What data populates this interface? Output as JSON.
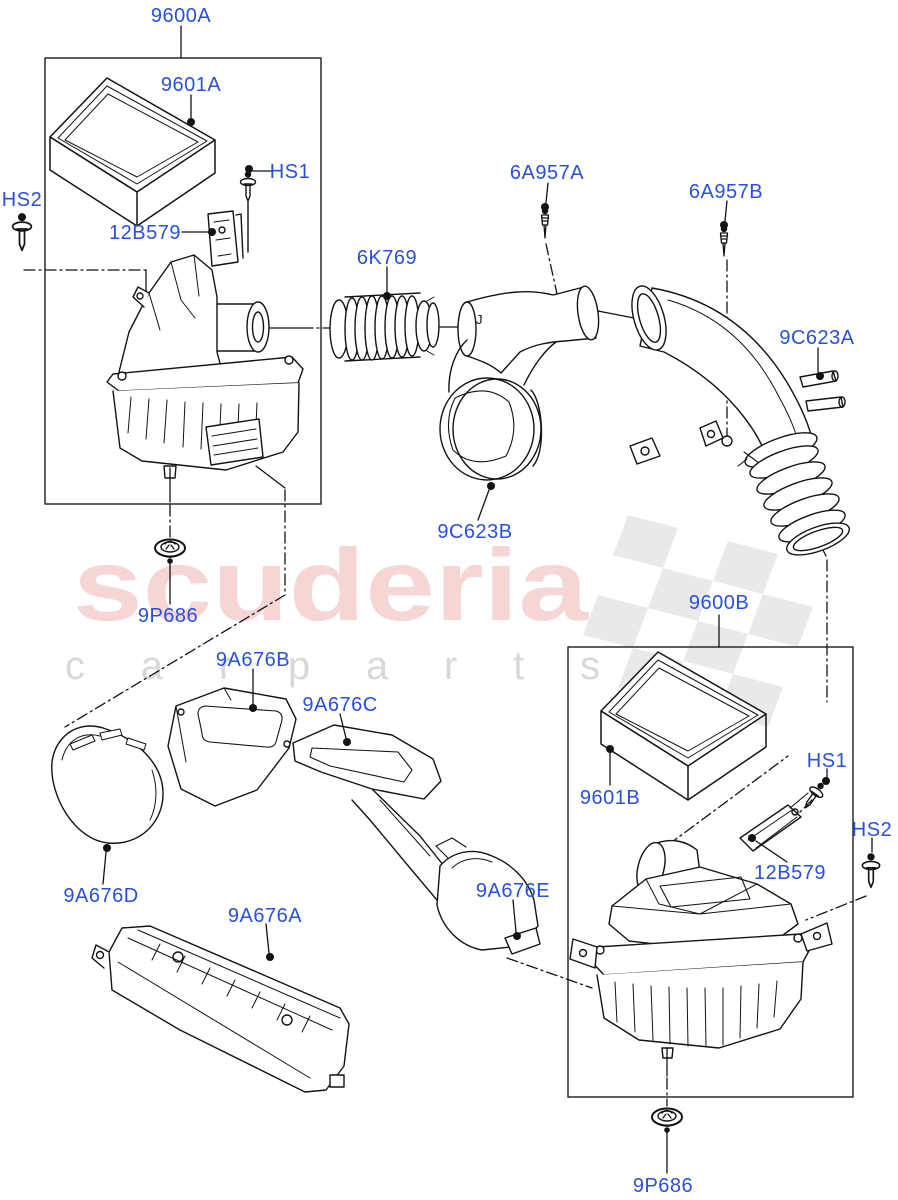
{
  "title": "Air Cleaner parts diagram",
  "colors": {
    "label_blue": "#2850dc",
    "line_black": "#131313",
    "watermark_pink": "#f6d5d5",
    "watermark_gray": "#d8d8d8",
    "flag_gray": "#e9e9e9",
    "background": "#ffffff"
  },
  "watermark": {
    "brand": "scuderia",
    "subtitle": "c a r p a r t s"
  },
  "markings": {
    "duct_letter": "J"
  },
  "labels": [
    {
      "id": "9600A",
      "text": "9600A"
    },
    {
      "id": "9601A",
      "text": "9601A"
    },
    {
      "id": "HS2-left",
      "text": "HS2"
    },
    {
      "id": "HS1-left",
      "text": "HS1"
    },
    {
      "id": "12B579-left",
      "text": "12B579"
    },
    {
      "id": "6K769",
      "text": "6K769"
    },
    {
      "id": "6A957A",
      "text": "6A957A"
    },
    {
      "id": "6A957B",
      "text": "6A957B"
    },
    {
      "id": "9C623A",
      "text": "9C623A"
    },
    {
      "id": "9C623B",
      "text": "9C623B"
    },
    {
      "id": "9P686-left",
      "text": "9P686"
    },
    {
      "id": "9600B",
      "text": "9600B"
    },
    {
      "id": "9A676B",
      "text": "9A676B"
    },
    {
      "id": "9A676C",
      "text": "9A676C"
    },
    {
      "id": "9601B",
      "text": "9601B"
    },
    {
      "id": "HS1-right",
      "text": "HS1"
    },
    {
      "id": "HS2-right",
      "text": "HS2"
    },
    {
      "id": "12B579-right",
      "text": "12B579"
    },
    {
      "id": "9A676D",
      "text": "9A676D"
    },
    {
      "id": "9A676A",
      "text": "9A676A"
    },
    {
      "id": "9A676E",
      "text": "9A676E"
    },
    {
      "id": "9P686-bottom",
      "text": "9P686"
    }
  ]
}
